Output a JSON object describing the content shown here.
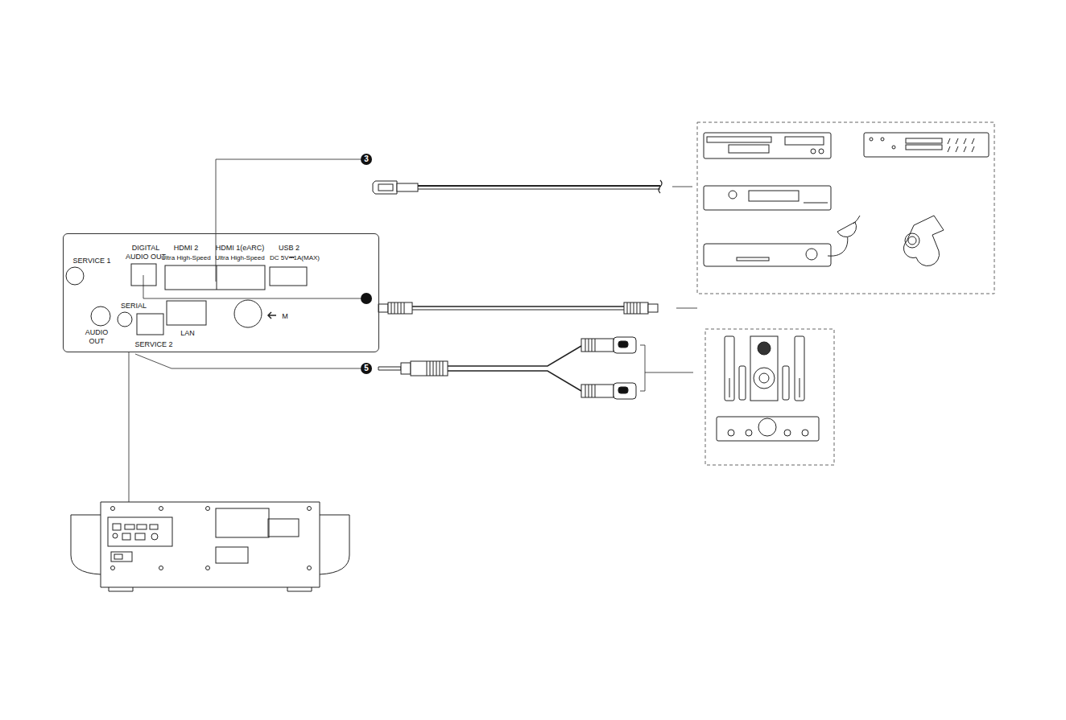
{
  "diagram": {
    "nodes": [
      {
        "text": [
          "SERVICE 1",
          "DIGITAL AUDIO OUT",
          "HDMI 2",
          "Ultra High-Speed",
          "HDMI 1(eARC)",
          "Ultra High-Speed",
          "USB 2",
          "DC 5V⎓1A(MAX)",
          "SERIAL",
          "AUDIO OUT",
          "SERVICE 2",
          "LAN",
          "M"
        ]
      }
    ],
    "edges": [],
    "labels": [
      "3",
      "5"
    ]
  }
}
